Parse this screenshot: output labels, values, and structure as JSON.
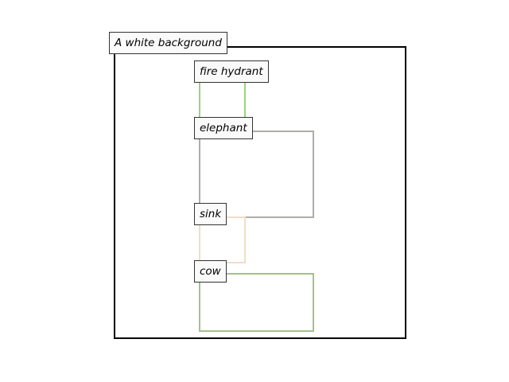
{
  "background": {
    "label": "A white background",
    "color": "#000000"
  },
  "regions": [
    {
      "label": "fire hydrant",
      "color": "#98d67a"
    },
    {
      "label": "elephant",
      "color": "#adadaa"
    },
    {
      "label": "sink",
      "color": "#efdfc3"
    },
    {
      "label": "cow",
      "color": "#a6c08a"
    }
  ]
}
